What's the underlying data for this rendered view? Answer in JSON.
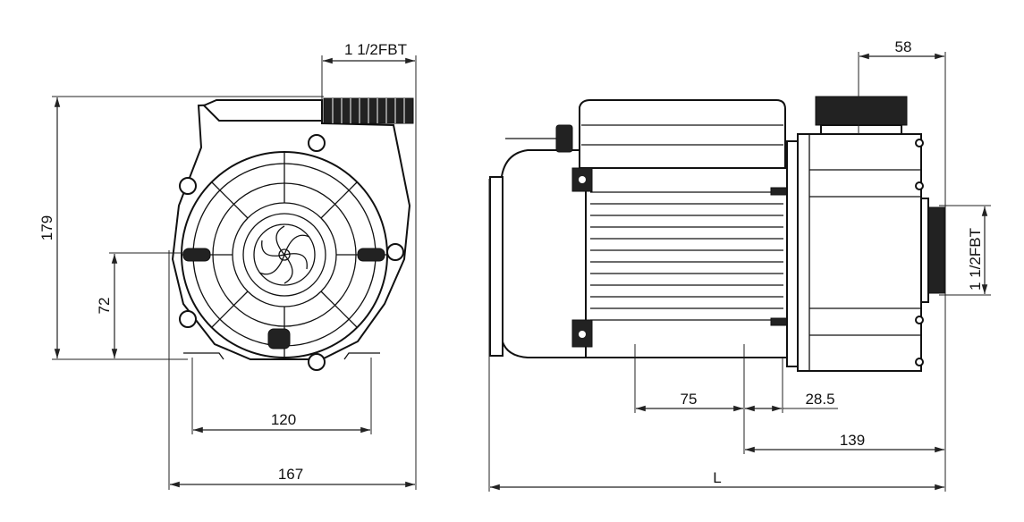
{
  "drawing": {
    "front_view": {
      "port_label": "1 1/2FBT",
      "height_total": "179",
      "shaft_height": "72",
      "foot_spacing": "120",
      "width_total": "167"
    },
    "side_view": {
      "outlet_offset": "58",
      "port_label": "1 1/2FBT",
      "foot_length": "75",
      "foot_offset": "28.5",
      "head_length": "139",
      "overall_length": "L"
    }
  }
}
